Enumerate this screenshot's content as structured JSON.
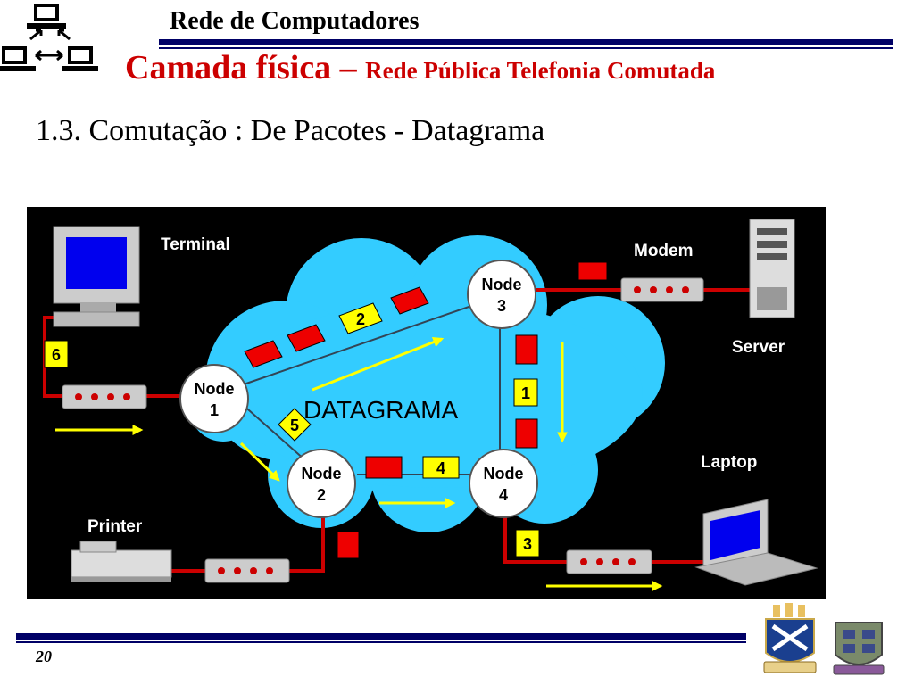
{
  "header": {
    "course_title": "Rede de Computadores",
    "slide_title_main": "Camada física – ",
    "slide_title_sub": "Rede Pública Telefonia Comutada"
  },
  "section_heading": "1.3. Comutação : De Pacotes - Datagrama",
  "diagram": {
    "center_label": "DATAGRAMA",
    "devices": {
      "terminal": "Terminal",
      "modem": "Modem",
      "server": "Server",
      "laptop": "Laptop",
      "printer": "Printer"
    },
    "nodes": [
      {
        "word": "Node",
        "num": "1"
      },
      {
        "word": "Node",
        "num": "2"
      },
      {
        "word": "Node",
        "num": "3"
      },
      {
        "word": "Node",
        "num": "4"
      }
    ],
    "packets": [
      "1",
      "2",
      "3",
      "4",
      "5",
      "6"
    ],
    "colors": {
      "background": "#000000",
      "cloud": "#33ccff",
      "packet_red": "#ee0000",
      "packet_yellow": "#ffff00",
      "arrow": "#ffff00",
      "link": "#cc0000"
    }
  },
  "footer": {
    "page_number": "20"
  }
}
